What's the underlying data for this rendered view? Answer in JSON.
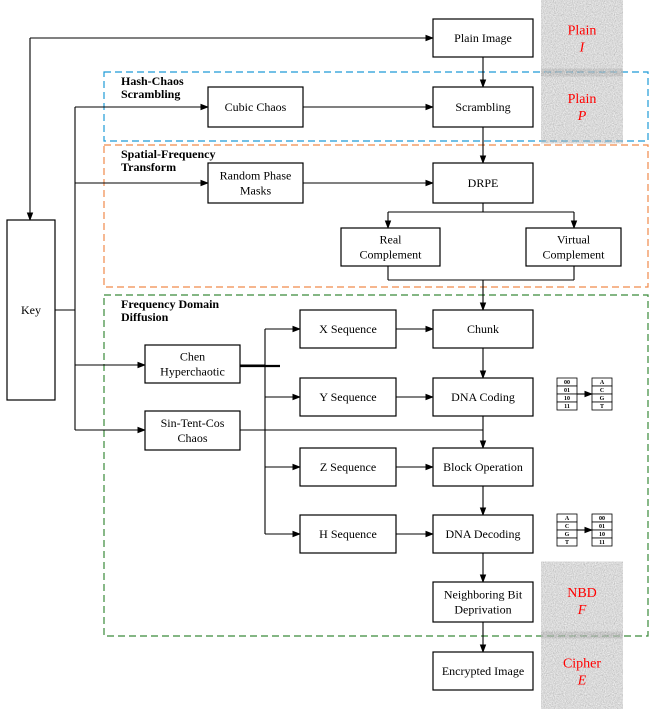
{
  "regions": {
    "hash": [
      "Hash-Chaos",
      "Scrambling"
    ],
    "spatial": [
      "Spatial-Frequency",
      "Transform"
    ],
    "diffusion": [
      "Frequency Domain",
      "Diffusion"
    ],
    "colors": {
      "hash": "#1e9bd7",
      "spatial": "#f08a4b",
      "diffusion": "#3a8a3a"
    }
  },
  "boxes": {
    "plain_image": [
      "Plain Image"
    ],
    "cubic": [
      "Cubic Chaos"
    ],
    "scrambling": [
      "Scrambling"
    ],
    "rpm": [
      "Random Phase",
      "Masks"
    ],
    "drpe": [
      "DRPE"
    ],
    "real": [
      "Real",
      "Complement"
    ],
    "virtual": [
      "Virtual",
      "Complement"
    ],
    "key": [
      "Key"
    ],
    "xseq": [
      "X Sequence"
    ],
    "chunk": [
      "Chunk"
    ],
    "chen": [
      "Chen",
      "Hyperchaotic"
    ],
    "yseq": [
      "Y Sequence"
    ],
    "dnacod": [
      "DNA Coding"
    ],
    "stc": [
      "Sin-Tent-Cos",
      "Chaos"
    ],
    "zseq": [
      "Z Sequence"
    ],
    "block": [
      "Block Operation"
    ],
    "hseq": [
      "H Sequence"
    ],
    "dnadec": [
      "DNA Decoding"
    ],
    "nbd": [
      "Neighboring Bit",
      "Deprivation"
    ],
    "enc": [
      "Encrypted Image"
    ]
  },
  "images": {
    "plain_i": [
      "Plain",
      "I"
    ],
    "plain_p": [
      "Plain",
      "P"
    ],
    "nbd_f": [
      "NBD",
      "F"
    ],
    "cipher_e": [
      "Cipher",
      "E"
    ],
    "label_color": "#ff0000"
  },
  "tables": {
    "bits": [
      "00",
      "01",
      "10",
      "11"
    ],
    "bases": [
      "A",
      "C",
      "G",
      "T"
    ]
  }
}
